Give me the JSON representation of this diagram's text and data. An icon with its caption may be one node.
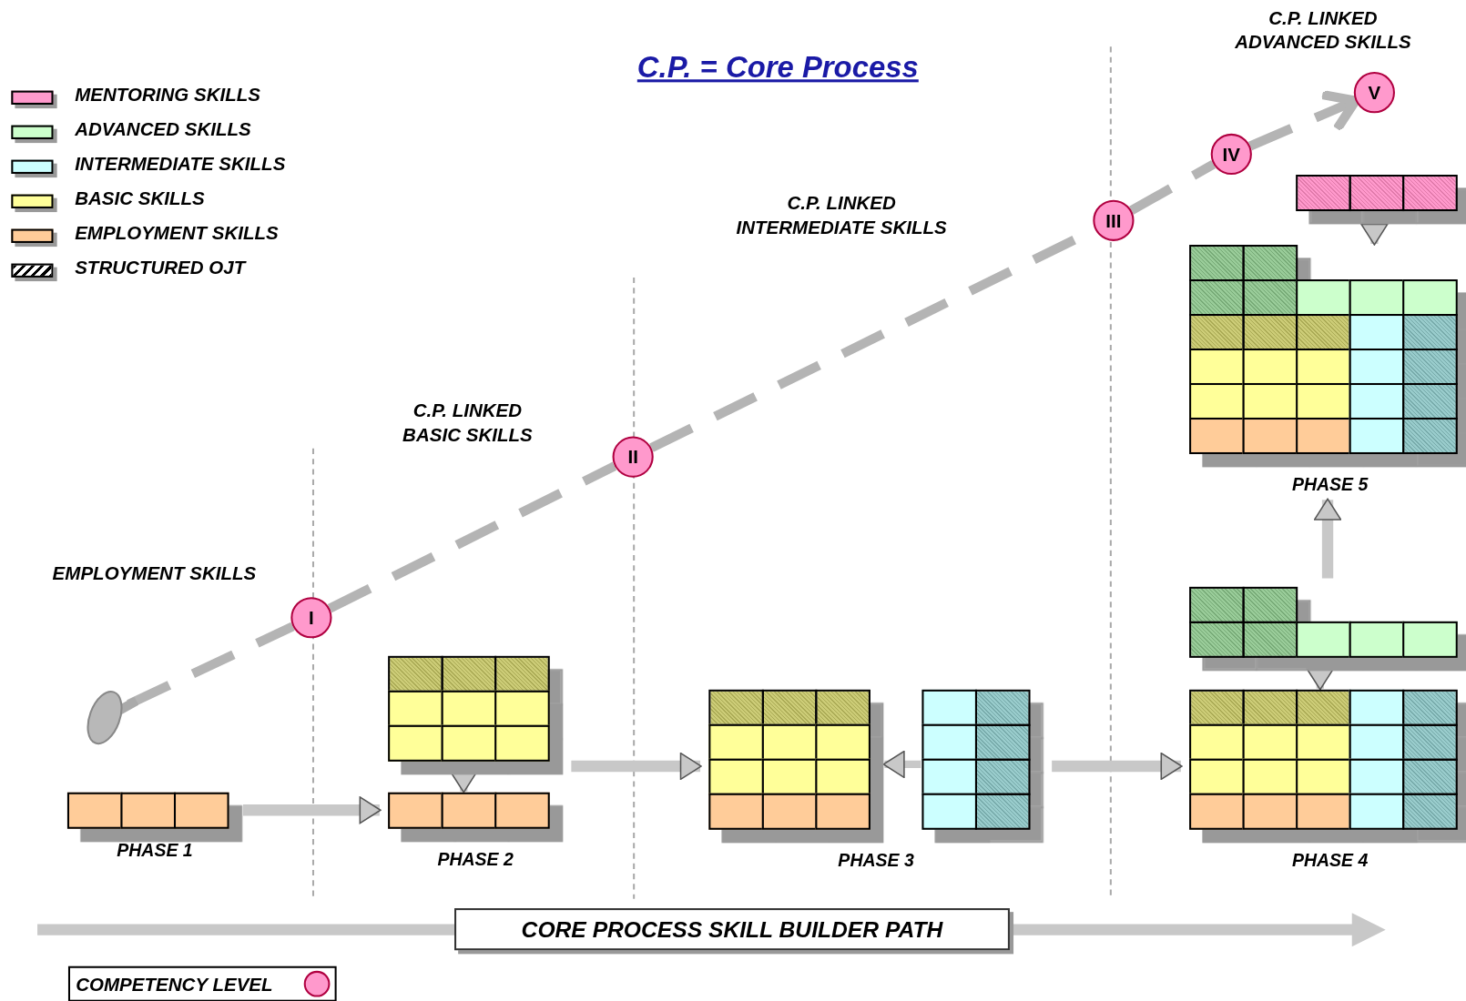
{
  "diagram": {
    "title": "C.P. = Core Process",
    "nodes": [
      {
        "text": [],
        "shape": "circle"
      },
      {
        "text": [
          "I"
        ]
      },
      {
        "text": [
          "II"
        ]
      },
      {
        "text": [
          "III"
        ]
      },
      {
        "text": [
          "IV"
        ]
      },
      {
        "text": [
          "V"
        ]
      },
      {
        "text": [
          "PHASE 1"
        ]
      },
      {
        "text": [
          "PHASE 2"
        ]
      },
      {
        "text": [],
        "shape": "box",
        "in": 7
      },
      {
        "text": [],
        "shape": "box",
        "in": 7
      },
      {
        "text": [
          "PHASE 3"
        ]
      },
      {
        "text": [],
        "shape": "box",
        "in": 10
      },
      {
        "text": [],
        "shape": "box",
        "in": 10
      },
      {
        "text": [
          "PHASE 4"
        ]
      },
      {
        "text": [],
        "shape": "box",
        "in": 13
      },
      {
        "text": [],
        "shape": "box",
        "in": 13
      },
      {
        "text": [
          "PHASE 5"
        ]
      },
      {
        "text": [],
        "shape": "box",
        "in": 16
      },
      {
        "text": [],
        "shape": "box",
        "in": 16
      }
    ],
    "edges": [
      {
        "from": 0,
        "to": 1,
        "arrow": "none",
        "style": "dashed"
      },
      {
        "from": 1,
        "to": 2,
        "arrow": "none",
        "style": "dashed"
      },
      {
        "from": 2,
        "to": 3,
        "arrow": "none",
        "style": "dashed"
      },
      {
        "from": 3,
        "to": 4,
        "arrow": "none",
        "style": "dashed"
      },
      {
        "from": 4,
        "to": 5,
        "arrow": "to",
        "style": "dashed"
      },
      {
        "from": 6,
        "to": 7,
        "arrow": "to"
      },
      {
        "from": 8,
        "to": 9,
        "arrow": "to"
      },
      {
        "from": 7,
        "to": 10,
        "arrow": "to"
      },
      {
        "from": 12,
        "to": 11,
        "arrow": "to"
      },
      {
        "from": 10,
        "to": 13,
        "arrow": "to"
      },
      {
        "from": 14,
        "to": 15,
        "arrow": "to"
      },
      {
        "from": 13,
        "to": 16,
        "arrow": "to"
      },
      {
        "from": 17,
        "to": 18,
        "arrow": "to"
      }
    ],
    "labels": [
      "C.P. LINKED ADVANCED SKILLS",
      "C.P. LINKED INTERMEDIATE SKILLS",
      "C.P. LINKED BASIC SKILLS",
      "EMPLOYMENT SKILLS",
      "CORE PROCESS SKILL BUILDER PATH"
    ],
    "legend": [
      {
        "text": "MENTORING SKILLS",
        "color": "#ff99cc"
      },
      {
        "text": "ADVANCED SKILLS",
        "color": "#ccffcc"
      },
      {
        "text": "INTERMEDIATE SKILLS",
        "color": "#ccffff"
      },
      {
        "text": "BASIC SKILLS",
        "color": "#ffff99"
      },
      {
        "text": "EMPLOYMENT SKILLS",
        "color": "#ffcc99"
      },
      {
        "text": "STRUCTURED OJT"
      },
      {
        "text": "COMPETENCY LEVEL"
      }
    ]
  }
}
